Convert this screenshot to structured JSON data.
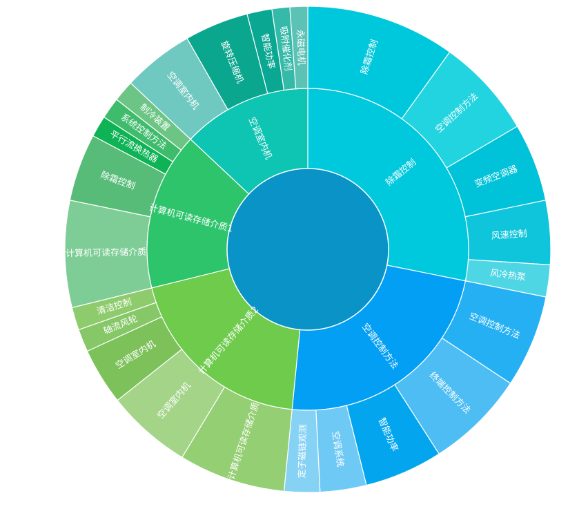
{
  "chart_data": {
    "type": "sunburst",
    "root": {
      "name": "",
      "color": "#0a93c6",
      "children": [
        {
          "name": "除霜控制",
          "color": "#00c9de",
          "children": [
            {
              "name": "除霜控制",
              "value": 21,
              "color": "#00c8dc"
            },
            {
              "name": "空调控制方法",
              "value": 14,
              "color": "#22d3e0"
            },
            {
              "name": "变频空调器",
              "value": 11,
              "color": "#00c2d8"
            },
            {
              "name": "风速控制",
              "value": 9,
              "color": "#0ec5dc"
            },
            {
              "name": "风冷热泵",
              "value": 4.5,
              "color": "#4fd6e4"
            }
          ]
        },
        {
          "name": "空调控制方法",
          "color": "#039ff4",
          "children": [
            {
              "name": "空调控制方法",
              "value": 13,
              "color": "#26b0f4"
            },
            {
              "name": "终端控制方法",
              "value": 14,
              "color": "#4ebdf4"
            },
            {
              "name": "智能功率",
              "value": 11,
              "color": "#03a6ee"
            },
            {
              "name": "空调系统",
              "value": 6.5,
              "color": "#6fc9f5"
            },
            {
              "name": "定子磁链观测",
              "value": 5,
              "color": "#86d2f5"
            }
          ]
        },
        {
          "name": "计算机可读存储介质2",
          "color": "#6ecb4c",
          "children": [
            {
              "name": "计算机可读存储介质",
              "value": 15,
              "color": "#94cf74"
            },
            {
              "name": "空调室内机",
              "value": 12,
              "color": "#a3d488"
            },
            {
              "name": "空调室内机",
              "value": 8,
              "color": "#7cc15a"
            },
            {
              "name": "轴流风轮",
              "value": 3.2,
              "color": "#86c767"
            },
            {
              "name": "清洁控制",
              "value": 3.2,
              "color": "#8dcb6d"
            }
          ]
        },
        {
          "name": "计算机可读存储介质1",
          "color": "#2ec46b",
          "children": [
            {
              "name": "计算机可读存储介质",
              "value": 15,
              "color": "#7fcd96"
            },
            {
              "name": "除霜控制",
              "value": 9.5,
              "color": "#57bc78"
            },
            {
              "name": "平行流换热器",
              "value": 3,
              "color": "#0db355"
            },
            {
              "name": "系统控制方法",
              "value": 3,
              "color": "#3fbb6c"
            },
            {
              "name": "制冷装置",
              "value": 3,
              "color": "#6cc585"
            }
          ]
        },
        {
          "name": "空调室内机",
          "color": "#0ec4b2",
          "children": [
            {
              "name": "空调室内机",
              "value": 10,
              "color": "#70c9c0"
            },
            {
              "name": "旋转压缩机",
              "value": 9,
              "color": "#0ba68e"
            },
            {
              "name": "智能功率",
              "value": 3.5,
              "color": "#0aa793"
            },
            {
              "name": "吸附催化剂",
              "value": 2.5,
              "color": "#35b9a8"
            },
            {
              "name": "永磁电机",
              "value": 2.5,
              "color": "#5cc2b5"
            }
          ]
        }
      ]
    },
    "root_label": "",
    "title": ""
  }
}
